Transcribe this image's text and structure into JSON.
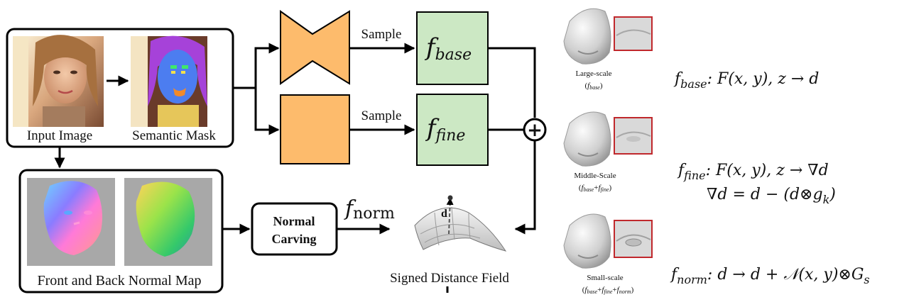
{
  "input_panel": {
    "input_image_label": "Input Image",
    "semantic_mask_label": "Semantic Mask"
  },
  "normal_panel": {
    "label": "Front and Back Normal Map"
  },
  "branches": {
    "top_sample_label": "Sample",
    "bottom_sample_label": "Sample",
    "f_base_symbol": "f",
    "f_base_subscript": "base",
    "f_fine_symbol": "f",
    "f_fine_subscript": "fine",
    "plus_symbol": "+"
  },
  "normal_carving": {
    "line1": "Normal",
    "line2": "Carving",
    "f_norm_symbol": "f",
    "f_norm_subscript": "norm"
  },
  "sdf": {
    "label": "Signed Distance Field",
    "d_label": "d"
  },
  "scales": [
    {
      "title": "Large-scale",
      "caption_open": "(",
      "caption_f1": "f",
      "caption_s1": "base",
      "caption_close": ")"
    },
    {
      "title": "Middle-Scale",
      "caption_open": "(",
      "caption_f1": "f",
      "caption_s1": "base",
      "caption_plus1": "+",
      "caption_f2": "f",
      "caption_s2": "fine",
      "caption_close": ")"
    },
    {
      "title": "Small-scale",
      "caption_open": "(",
      "caption_f1": "f",
      "caption_s1": "base",
      "caption_plus1": "+",
      "caption_f2": "f",
      "caption_s2": "fine",
      "caption_plus2": "+",
      "caption_f3": "f",
      "caption_s3": "norm",
      "caption_close": ")"
    }
  ],
  "equations": {
    "base": {
      "f": "f",
      "sub": "base",
      "rhs": ": F(x, y), z → d"
    },
    "fine": {
      "f": "f",
      "sub": "fine",
      "rhs": ": F(x, y), z → ∇d",
      "line2": "∇d = d − (d⊗g",
      "line2_sub": "k",
      "line2_end": ")"
    },
    "norm": {
      "f": "f",
      "sub": "norm",
      "rhs": ": d → d + 𝒩(x, y)⊗G",
      "rhs_sub": "s"
    }
  },
  "colors": {
    "decoder_orange": "#FDBB6C",
    "f_box_green": "#CCE8C4",
    "crop_red": "#C0282C",
    "stroke": "#000000"
  }
}
